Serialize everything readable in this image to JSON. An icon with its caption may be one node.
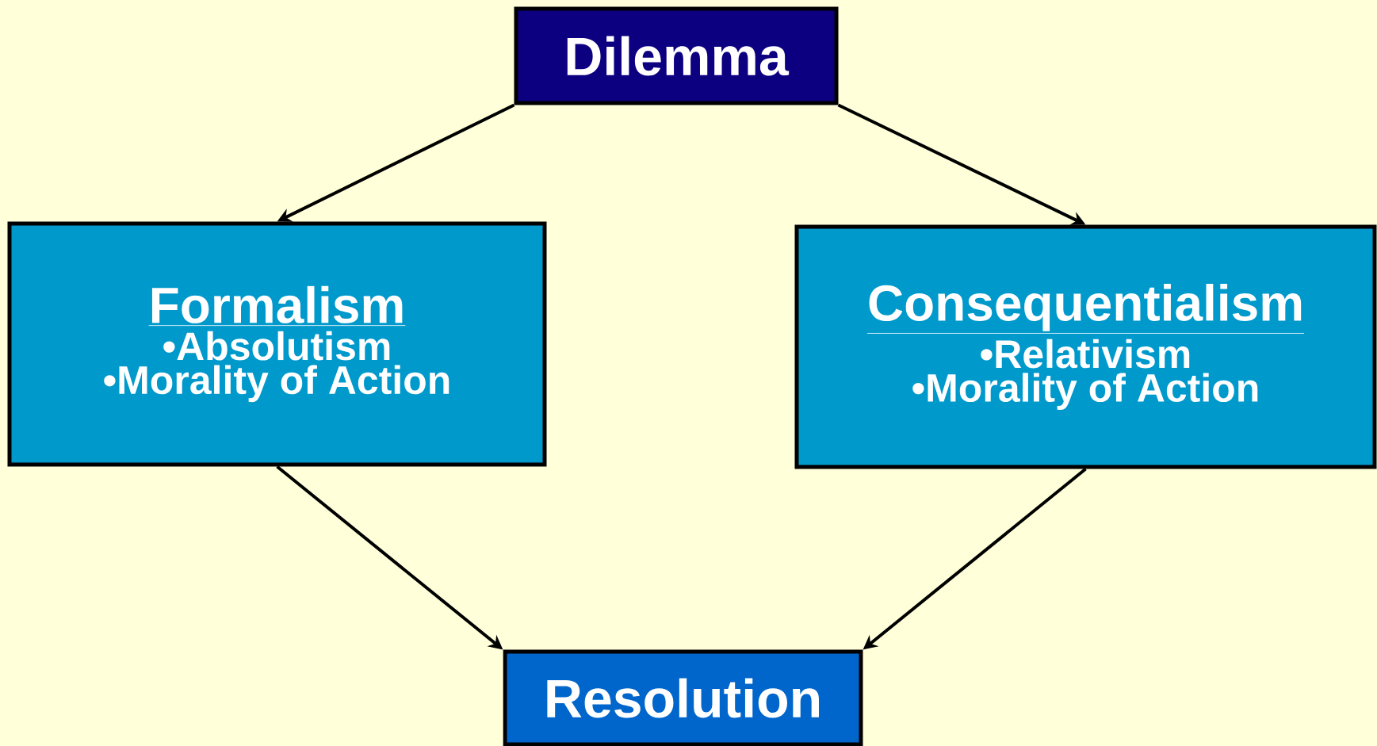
{
  "diagram": {
    "nodes": [
      {
        "text": [
          "Dilemma"
        ]
      },
      {
        "text": [
          "Formalism",
          "•Absolutism",
          "•Morality of Action"
        ]
      },
      {
        "text": [
          "Consequentialism",
          "•Relativism",
          "•Morality of Action"
        ]
      },
      {
        "text": [
          "Resolution"
        ]
      }
    ],
    "edges": [
      {
        "from": 0,
        "to": 1,
        "arrow": "to"
      },
      {
        "from": 0,
        "to": 2,
        "arrow": "to"
      },
      {
        "from": 1,
        "to": 3,
        "arrow": "to"
      },
      {
        "from": 2,
        "to": 3,
        "arrow": "to"
      }
    ]
  }
}
